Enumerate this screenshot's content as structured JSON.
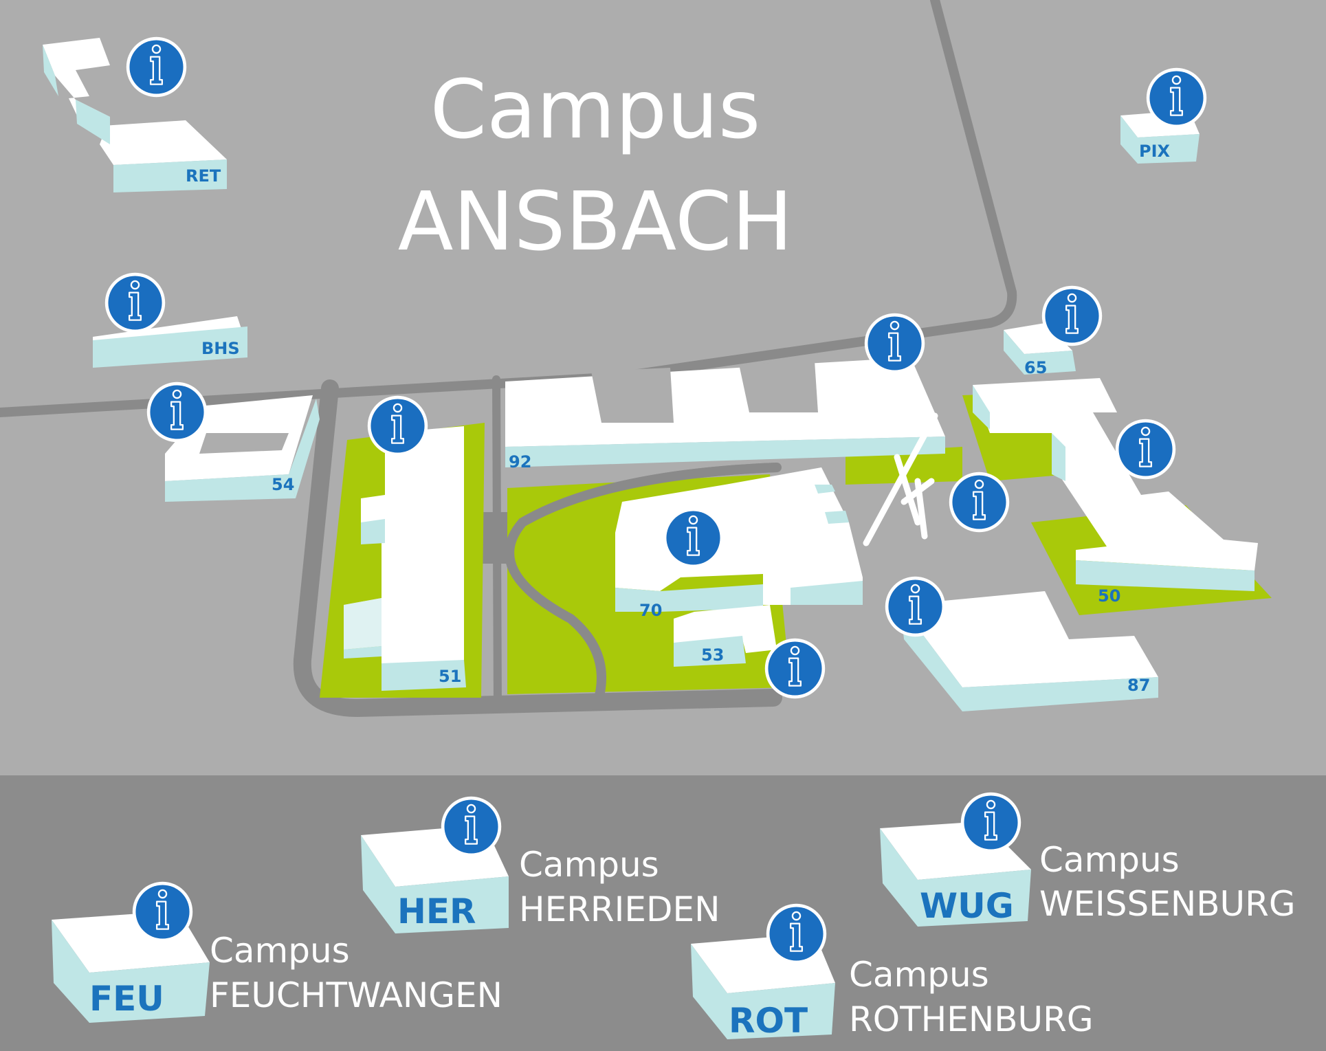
{
  "title": {
    "line1": "Campus",
    "line2": "ANSBACH"
  },
  "colors": {
    "background": "#adadad",
    "road": "#8a8a8a",
    "green": "#a9c90a",
    "building_top": "#ffffff",
    "building_side": "#bfe6e6",
    "label_blue": "#1b73bd",
    "info_circle": "#1a6ec0",
    "bottom_band": "#8c8c8c"
  },
  "info_marker_icon": "info-icon",
  "buildings": [
    {
      "code": "RET"
    },
    {
      "code": "PIX"
    },
    {
      "code": "BHS"
    },
    {
      "code": "54"
    },
    {
      "code": "92"
    },
    {
      "code": "65"
    },
    {
      "code": "51"
    },
    {
      "code": "70"
    },
    {
      "code": "53"
    },
    {
      "code": "50"
    },
    {
      "code": "87"
    }
  ],
  "other_campuses": [
    {
      "code": "FEU",
      "line1": "Campus",
      "line2": "FEUCHTWANGEN"
    },
    {
      "code": "HER",
      "line1": "Campus",
      "line2": "HERRIEDEN"
    },
    {
      "code": "ROT",
      "line1": "Campus",
      "line2": "ROTHENBURG"
    },
    {
      "code": "WUG",
      "line1": "Campus",
      "line2": "WEISSENBURG"
    }
  ]
}
